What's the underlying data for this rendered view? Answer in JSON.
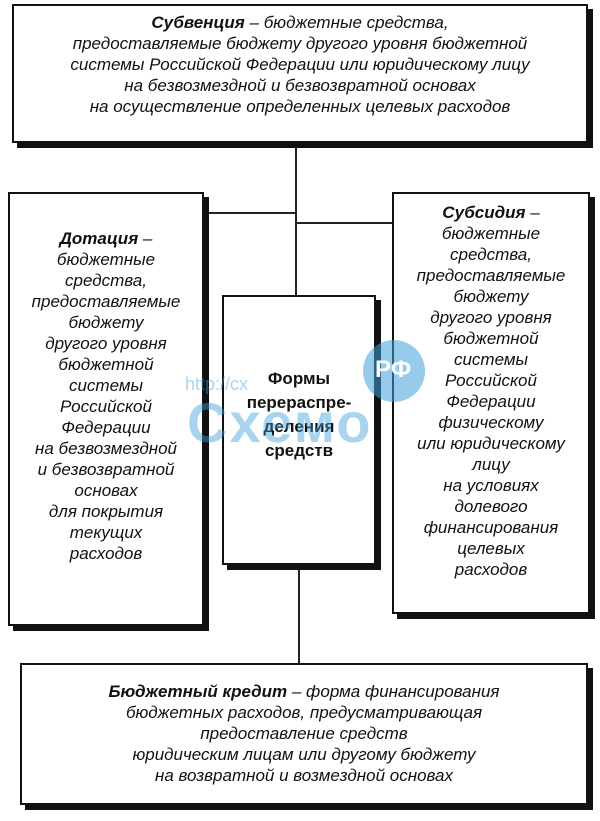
{
  "diagram": {
    "center": {
      "title": "Формы\nперераспре-\nделения\nсредств"
    },
    "top": {
      "term": "Субвенция",
      "definition": " – бюджетные средства,\nпредоставляемые бюджету другого уровня бюджетной\nсистемы Российской Федерации или юридическому лицу\nна безвозмездной и безвозвратной основах\nна осуществление определенных целевых расходов"
    },
    "left": {
      "term": "Дотация",
      "definition": " –\nбюджетные\nсредства,\nпредоставляемые\nбюджету\nдругого уровня\nбюджетной\nсистемы\nРоссийской\nФедерации\nна безвозмездной\nи безвозвратной\nосновах\nдля покрытия\nтекущих\nрасходов"
    },
    "right": {
      "term": "Субсидия",
      "definition": " –\nбюджетные\nсредства,\nпредоставляемые\nбюджету\nдругого уровня\nбюджетной\nсистемы\nРоссийской\nФедерации\nфизическому\nили юридическому\nлицу\nна условиях\nдолевого\nфинансирования\nцелевых\nрасходов"
    },
    "bottom": {
      "term": "Бюджетный кредит",
      "definition": " – форма финансирования\nбюджетных расходов, предусматривающая\nпредоставление средств\nюридическим лицам или другому бюджету\nна возвратной и возмездной основах"
    }
  },
  "watermark": {
    "url": "http://сх",
    "logo": "Схемо",
    "badge": "РФ"
  },
  "colors": {
    "ink": "#111111",
    "watermark": "#40a0dc"
  }
}
